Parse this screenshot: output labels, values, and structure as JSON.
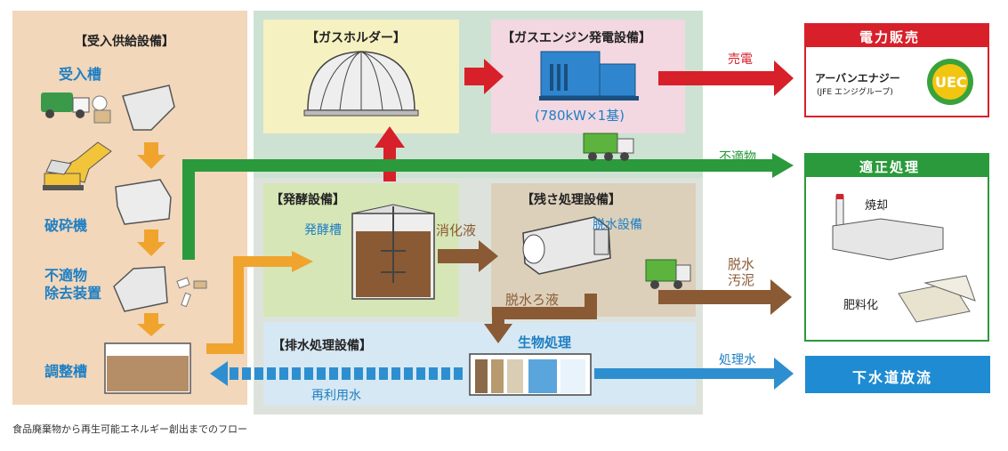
{
  "sections": {
    "intake": {
      "title": "【受入供給設備】",
      "receiving_tank": "受入槽",
      "crusher": "破砕機",
      "separator_line1": "不適物",
      "separator_line2": "除去装置",
      "adjust_tank": "調整槽"
    },
    "gas_holder": {
      "title": "【ガスホルダー】"
    },
    "gas_engine": {
      "title": "【ガスエンジン発電設備】",
      "capacity": "(780kW×1基)"
    },
    "fermentation": {
      "title": "【発酵設備】",
      "tank": "発酵槽"
    },
    "residue": {
      "title": "【残さ処理設備】",
      "dewatering": "脱水設備"
    },
    "wastewater": {
      "title": "【排水処理設備】",
      "bio": "生物処理"
    }
  },
  "flows": {
    "sell_power": "売電",
    "unsuitable": "不適物",
    "digestate": "消化液",
    "filtrate": "脱水ろ液",
    "sludge_line1": "脱水",
    "sludge_line2": "汚泥",
    "treated_water": "処理水",
    "reuse_water": "再利用水"
  },
  "outputs": {
    "power_sales": {
      "title": "電力販売",
      "company": "アーバンエナジー",
      "company_sub": "(JFE エンジグループ)",
      "logo": "UEC"
    },
    "proper_treatment": {
      "title": "適正処理",
      "incineration": "焼却",
      "fertilizer": "肥料化"
    },
    "sewer": {
      "title": "下水道放流"
    }
  },
  "caption": "食品廃棄物から再生可能エネルギー創出までのフロー",
  "colors": {
    "red": "#d7202a",
    "green": "#2a9a3c",
    "blue": "#2e8fd0",
    "orange": "#f0a42e",
    "brown": "#8a5a34"
  }
}
